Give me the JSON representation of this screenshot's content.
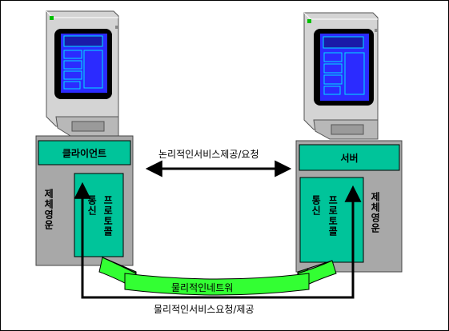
{
  "client": {
    "app_label": "클라이언트",
    "protocol_label_1": "통신",
    "protocol_label_2": "프로토콜",
    "os_label": "제체영운"
  },
  "server": {
    "app_label": "서버",
    "protocol_label_1": "통신",
    "protocol_label_2": "프로토콜",
    "os_label": "제체영운"
  },
  "logical_link_label": "논리적인서비스제공/요청",
  "network_label": "물리적인네트워",
  "physical_link_label": "물리적인서비스요청/제공",
  "colors": {
    "box_gray": "#a8a8a8",
    "teal": "#00c49a",
    "screen_blue": "#2b2bff",
    "ribbon_green": "#33ff33",
    "ribbon_dark": "#1f7a1f"
  }
}
